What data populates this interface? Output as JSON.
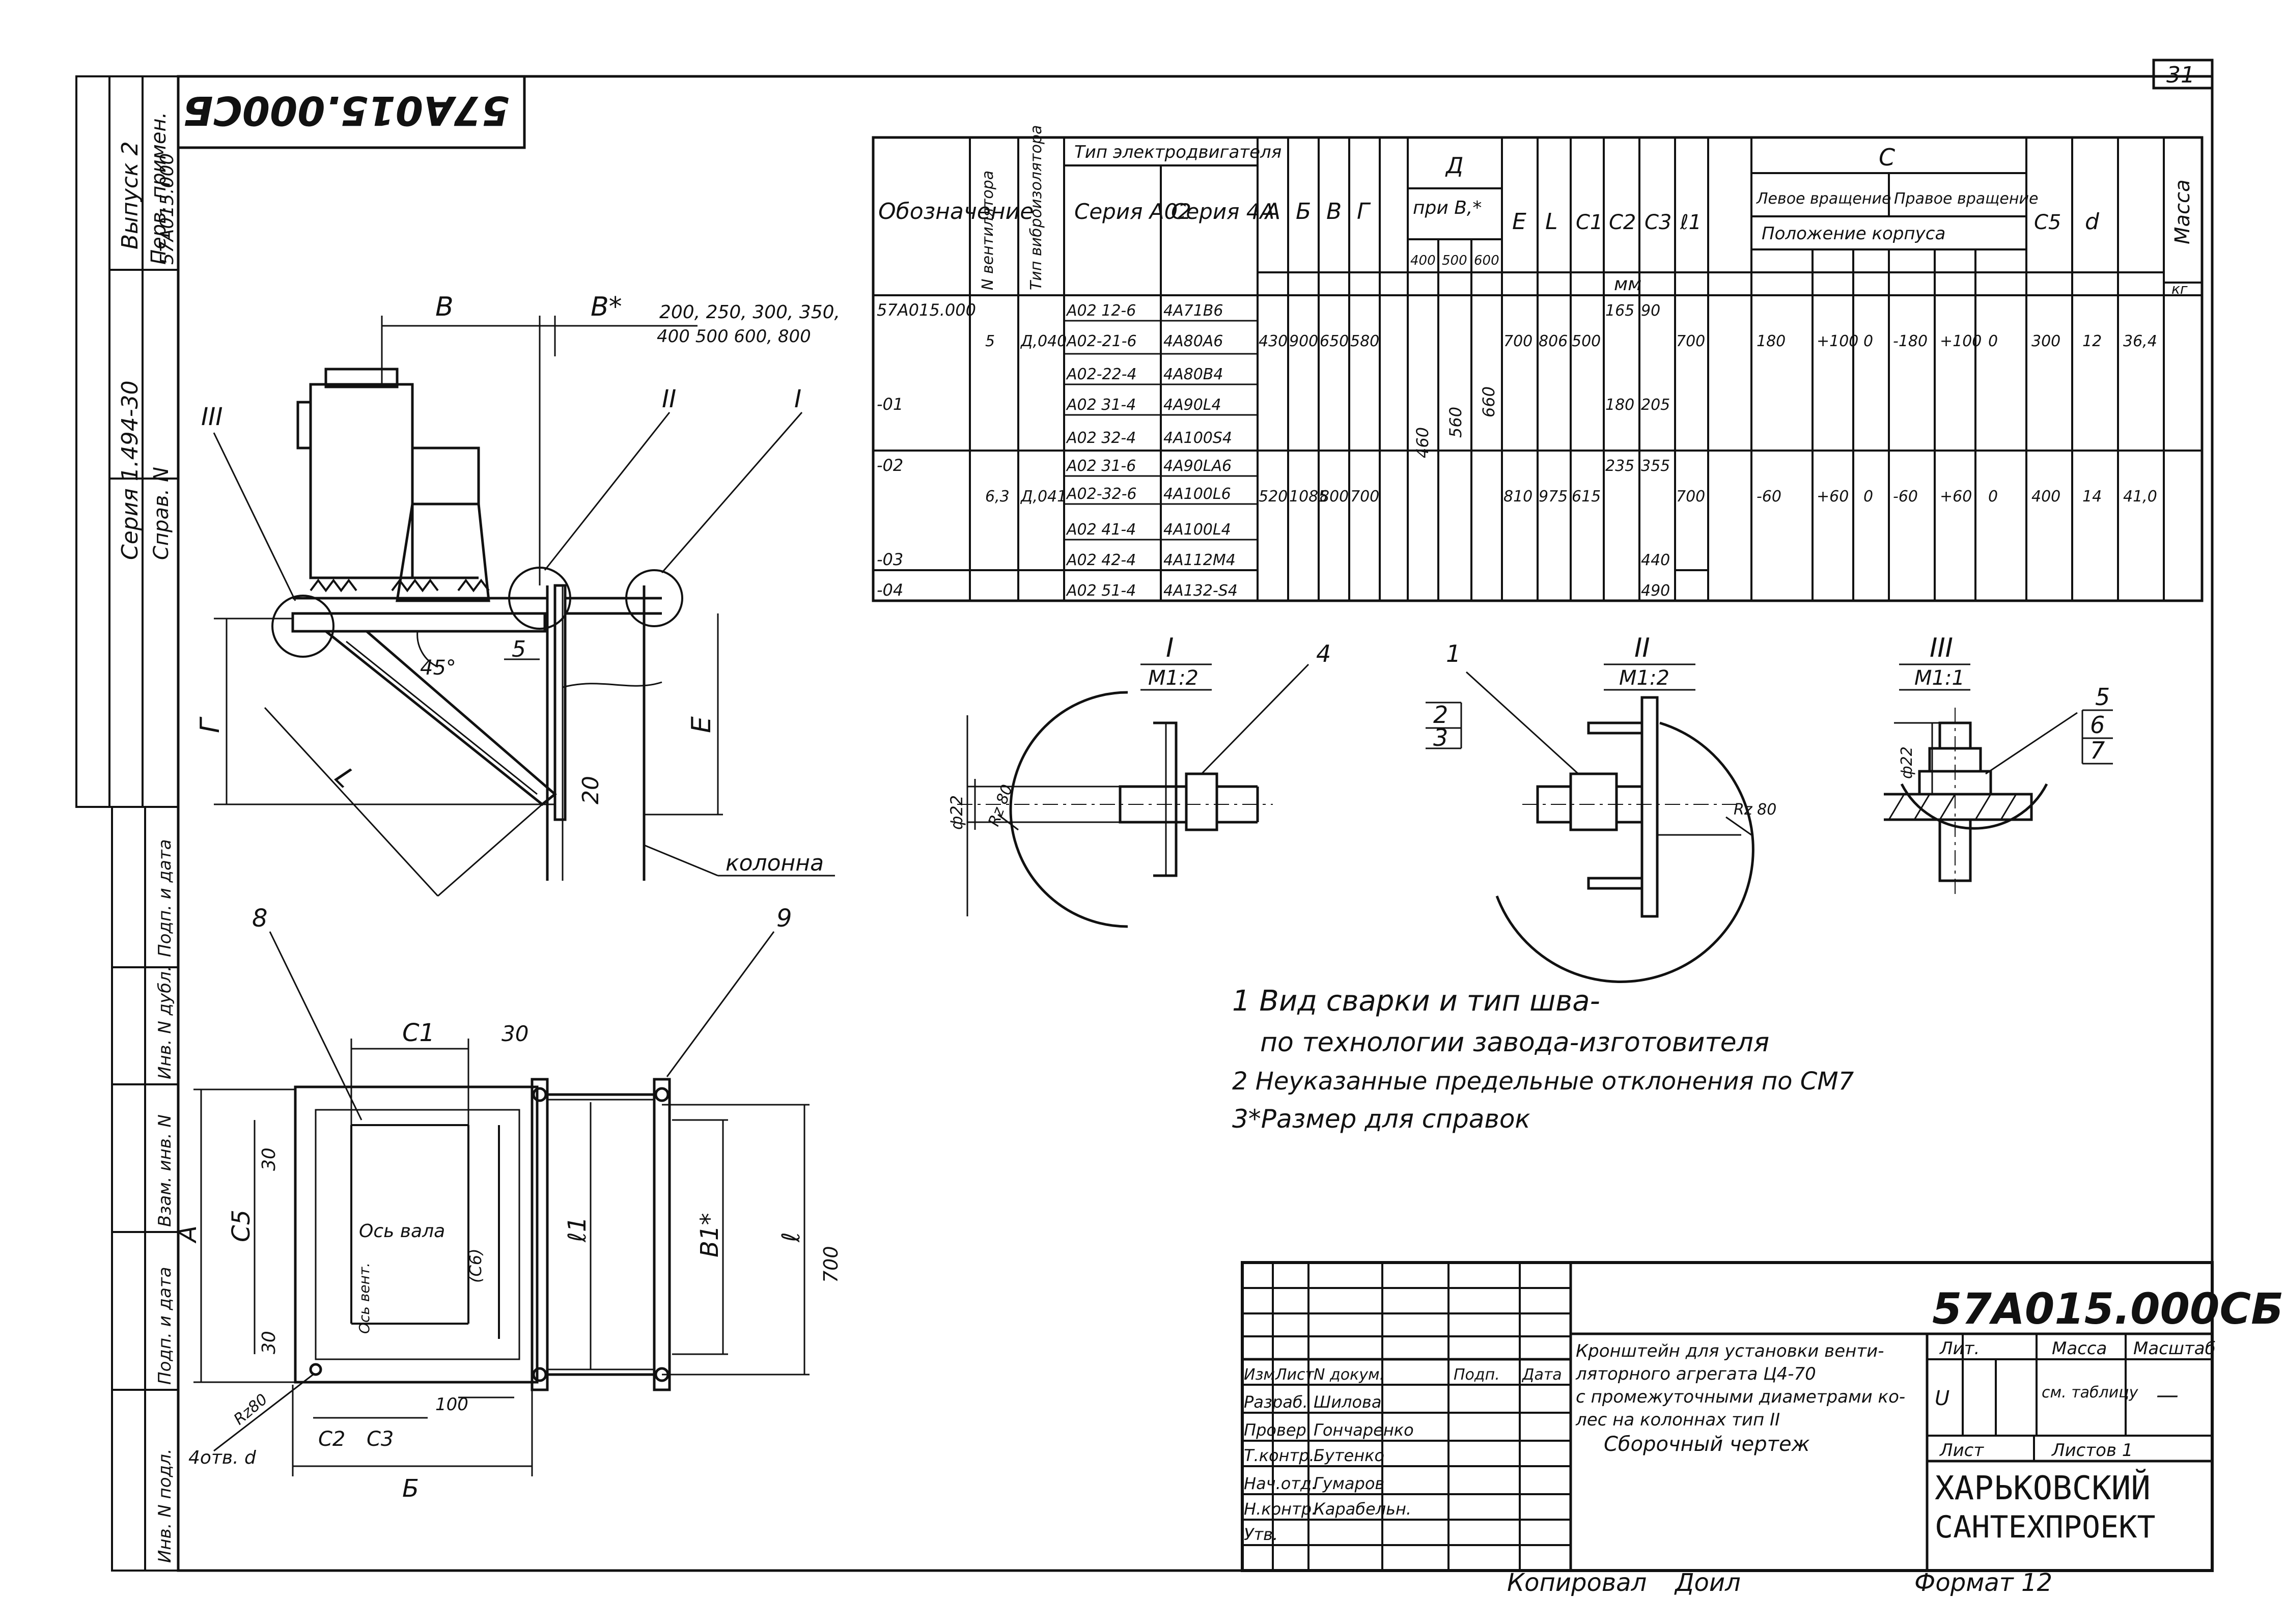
{
  "sheet_number": "31",
  "stamp_code": "57А015.000СБ",
  "side_strip": {
    "issue": "Выпуск 2",
    "first_use_label": "Перв. примен.",
    "first_use_value": "57А015.000",
    "series": "Серия 1.494-30",
    "ref_label": "Справ. N",
    "field_labels": [
      "Подп. и дата",
      "Инв. N дубл.",
      "Взам. инв. N",
      "Подп. и дата",
      "Инв. N подл."
    ]
  },
  "table": {
    "headers": {
      "designation": "Обозначение",
      "fan_number": "N вентилятора",
      "mass_flow": "Тип виброизолятора",
      "motor_type": "Тип электродвигателя",
      "series_a02": "Серия А02",
      "series_4a": "Серия 4А",
      "cols_simple": [
        "А",
        "Б",
        "В",
        "Г"
      ],
      "d_label": "Д",
      "d_sub": "при В,*",
      "d_values": [
        "400",
        "500",
        "600"
      ],
      "cols_mid": [
        "Е",
        "L",
        "С1",
        "С2",
        "С3",
        "ℓ1"
      ],
      "c_label": "С",
      "c_left": "Левое вращение",
      "c_right": "Правое вращение",
      "c_pos": "Положение корпуса",
      "c5": "С5",
      "d_small": "d",
      "mass": "Масса",
      "unit_mm": "мм",
      "unit_kg": "кг"
    },
    "rows": [
      {
        "designation": "57А015.000",
        "fan": "5",
        "iso": "Д,040",
        "a02": "А02 12-6",
        "s4a": "4А71В6",
        "A": "430",
        "B": "900",
        "V": "650",
        "G": "580",
        "E": "700",
        "L": "806",
        "C1": "500",
        "C2": "165",
        "C3": "90",
        "l1": "700",
        "cl1": "180",
        "cl2": "+100",
        "cl3": "0",
        "cr1": "-180",
        "cr2": "+100",
        "cr3": "0",
        "C5": "300",
        "d": "12",
        "mass": "36,4"
      },
      {
        "designation": "",
        "a02": "А02-21-6",
        "s4a": "4А80А6"
      },
      {
        "designation": "",
        "a02": "А02-22-4",
        "s4a": "4А80В4"
      },
      {
        "designation": "-01",
        "a02": "А02 31-4",
        "s4a": "4А90L4",
        "C2": "180",
        "C3": "205"
      },
      {
        "designation": "",
        "a02": "А02 32-4",
        "s4a": "4А100S4"
      },
      {
        "designation": "-02",
        "fan": "6,3",
        "iso": "Д,041",
        "a02": "А02 31-6",
        "s4a": "4А90LА6",
        "A": "520",
        "B": "1085",
        "V": "800",
        "G": "700",
        "E": "810",
        "L": "975",
        "C1": "615",
        "C2": "235",
        "C3": "355",
        "l1": "700",
        "cl1": "-60",
        "cl2": "+60",
        "cl3": "0",
        "cr1": "-60",
        "cr2": "+60",
        "cr3": "0",
        "C5": "400",
        "d": "14",
        "mass": "41,0"
      },
      {
        "designation": "",
        "a02": "А02-32-6",
        "s4a": "4А100L6"
      },
      {
        "designation": "",
        "a02": "А02 41-4",
        "s4a": "4А100L4"
      },
      {
        "designation": "-03",
        "a02": "А02 42-4",
        "s4a": "4А112М4",
        "C3": "440"
      },
      {
        "designation": "-04",
        "a02": "А02 51-4",
        "s4a": "4А132-S4",
        "C3": "490"
      }
    ],
    "d_vertical": [
      "460",
      "560",
      "660"
    ]
  },
  "views": {
    "top": {
      "B": "В",
      "Bstar": "В*",
      "bstar_values": "200, 250, 300, 350,",
      "bstar_values2": "400 500 600, 800",
      "callouts": [
        "III",
        "II",
        "I"
      ],
      "angle": "45°",
      "five": "5",
      "twenty": "20",
      "G": "Г",
      "L": "L",
      "E": "Е",
      "column": "колонна"
    },
    "bottom": {
      "eight": "8",
      "nine": "9",
      "C1": "С1",
      "thirty_top": "30",
      "thirty_side": "30",
      "thirty_low": "30",
      "A": "А",
      "C5": "С5",
      "shaft_axis": "Ось вала",
      "cl": "(С6)",
      "fan_axis": "Ось вент.",
      "l1": "ℓ1",
      "b1star": "В1*",
      "l": "ℓ",
      "seven_hundred": "700",
      "hundred": "100",
      "holes": "4отв. d",
      "rz": "Rz80",
      "C2": "С2",
      "C3": "С3",
      "B": "Б"
    },
    "details": [
      {
        "id": "I",
        "scale": "М1:2",
        "label": "4",
        "rz": "Rz 80",
        "dia": "ф22"
      },
      {
        "id": "II",
        "scale": "М1:2",
        "labels": [
          "1",
          "2",
          "3"
        ],
        "rz": "Rz 80"
      },
      {
        "id": "III",
        "scale": "М1:1",
        "labels": [
          "5",
          "6",
          "7"
        ],
        "dia": "ф22"
      }
    ]
  },
  "notes": [
    "1 Вид сварки и тип шва-",
    "по технологии завода-изготовителя",
    "2 Неуказанные предельные отклонения по СМ7",
    "3*Размер для справок"
  ],
  "title_block": {
    "code": "57А015.000СБ",
    "title_lines": [
      "Кронштейн для установки венти-",
      "ляторного агрегата Ц4-70",
      "с промежуточными диаметрами ко-",
      "лес на колоннах тип II",
      "Сборочный чертеж"
    ],
    "col_headers": [
      "Изм",
      "Лист",
      "N докум.",
      "Подп.",
      "Дата"
    ],
    "roles": [
      "Разраб.",
      "Провер.",
      "Т.контр.",
      "Нач.отд.",
      "Н.контр.",
      "Утв."
    ],
    "names": [
      "Шилова",
      "Гончаренко",
      "Бутенко",
      "Гумаров",
      "Карабельн."
    ],
    "lit_label": "Лит.",
    "mass_label": "Масса",
    "scale_label": "Масштаб",
    "lit_value": "U",
    "mass_value": "см. таблицу",
    "scale_value": "—",
    "sheet_label": "Лист",
    "sheets_label": "Листов 1",
    "org": [
      "ХАРЬКОВСКИЙ",
      "САНТЕХПРОЕКТ"
    ]
  },
  "footer": {
    "copied": "Копировал",
    "copied_sig": "Доил",
    "format": "Формат 12"
  }
}
